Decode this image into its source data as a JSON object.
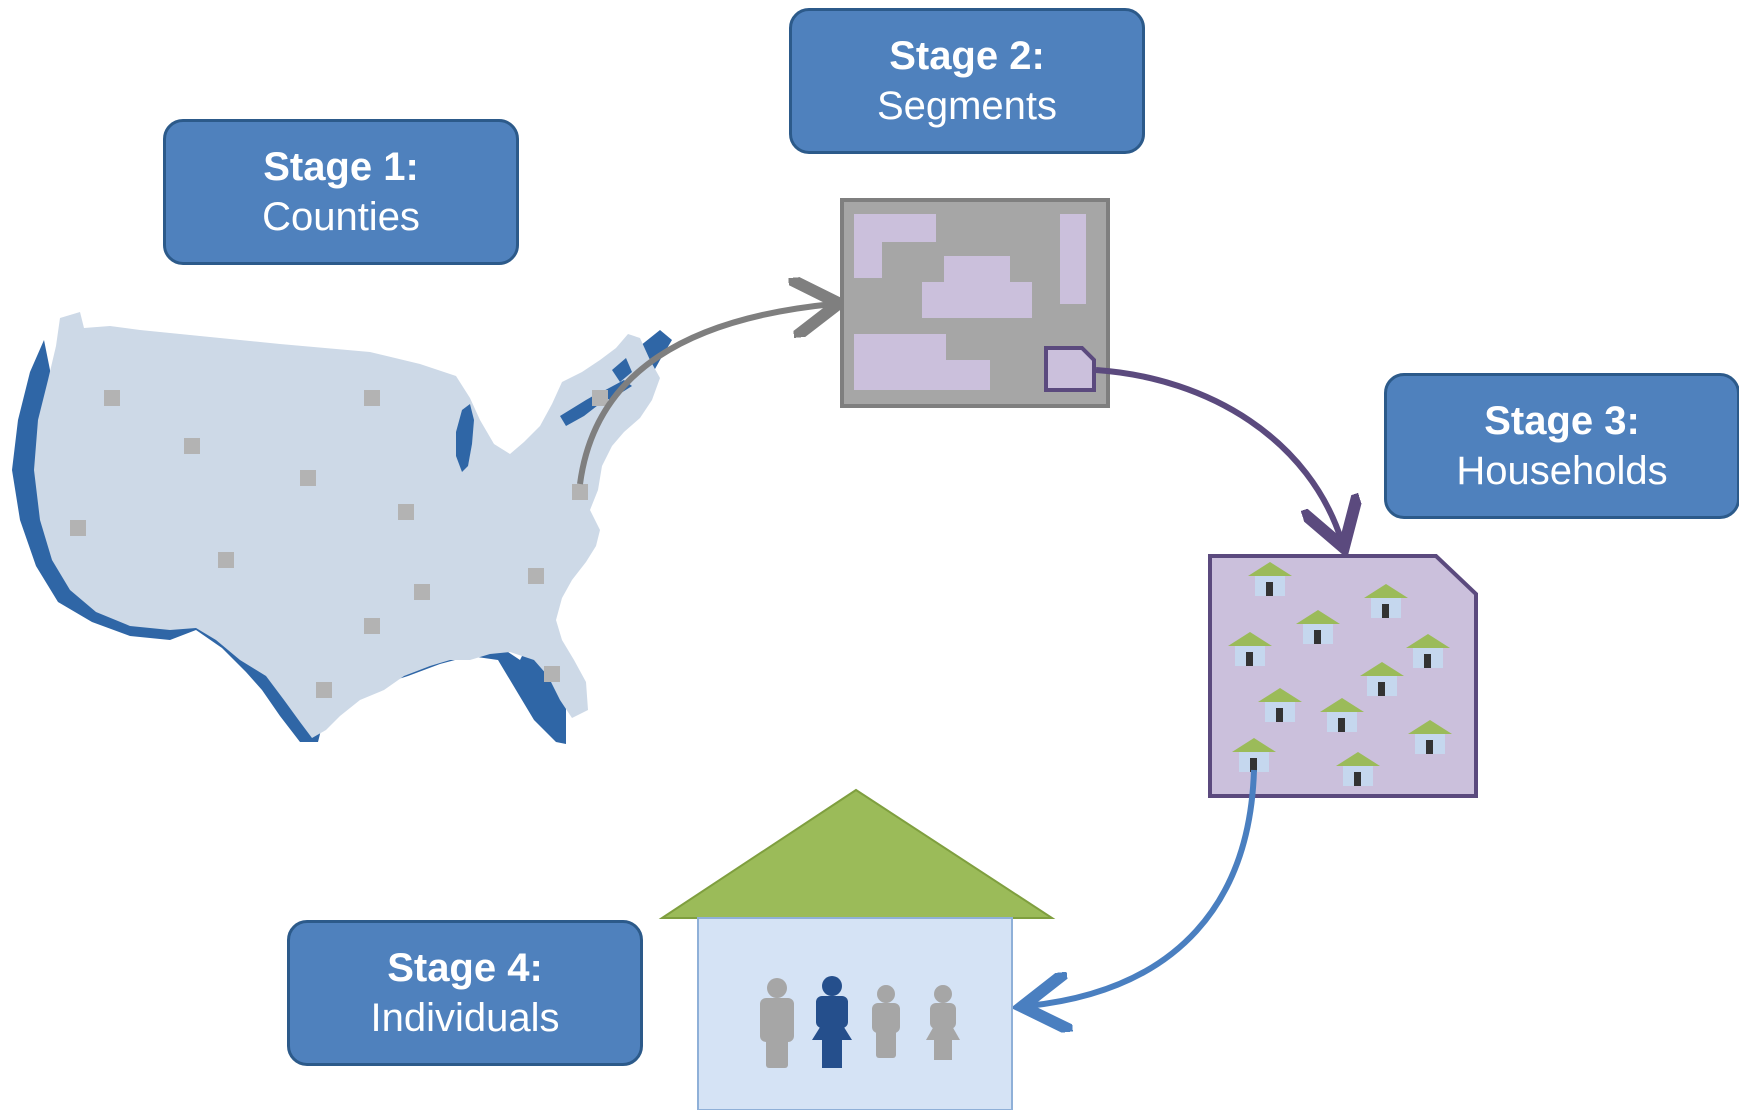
{
  "colors": {
    "box_fill": "#4f81bd",
    "box_border": "#2c5a8a",
    "map_land": "#cdd9e7",
    "map_coast": "#2f66a6",
    "county_marker": "#b3b3b3",
    "segment_bg": "#a6a6a6",
    "segment_block": "#cbc0dc",
    "segment_arrow": "#7f7f7f",
    "household_bg": "#cbc0dc",
    "household_border": "#5b4a7e",
    "house_roof": "#9bbb59",
    "house_wall": "#c5d7ee",
    "individual_arrow": "#4a7fc0",
    "person_grey": "#a6a6a6",
    "person_blue": "#254f8c"
  },
  "stages": [
    {
      "title": "Stage 1:",
      "subtitle": "Counties"
    },
    {
      "title": "Stage 2:",
      "subtitle": "Segments"
    },
    {
      "title": "Stage 3:",
      "subtitle": "Households"
    },
    {
      "title": "Stage 4:",
      "subtitle": "Individuals"
    }
  ],
  "icons": {
    "map": "us-map-icon",
    "county": "county-marker-icon",
    "segment": "segment-map-icon",
    "household": "house-icon",
    "person": "person-icon"
  }
}
